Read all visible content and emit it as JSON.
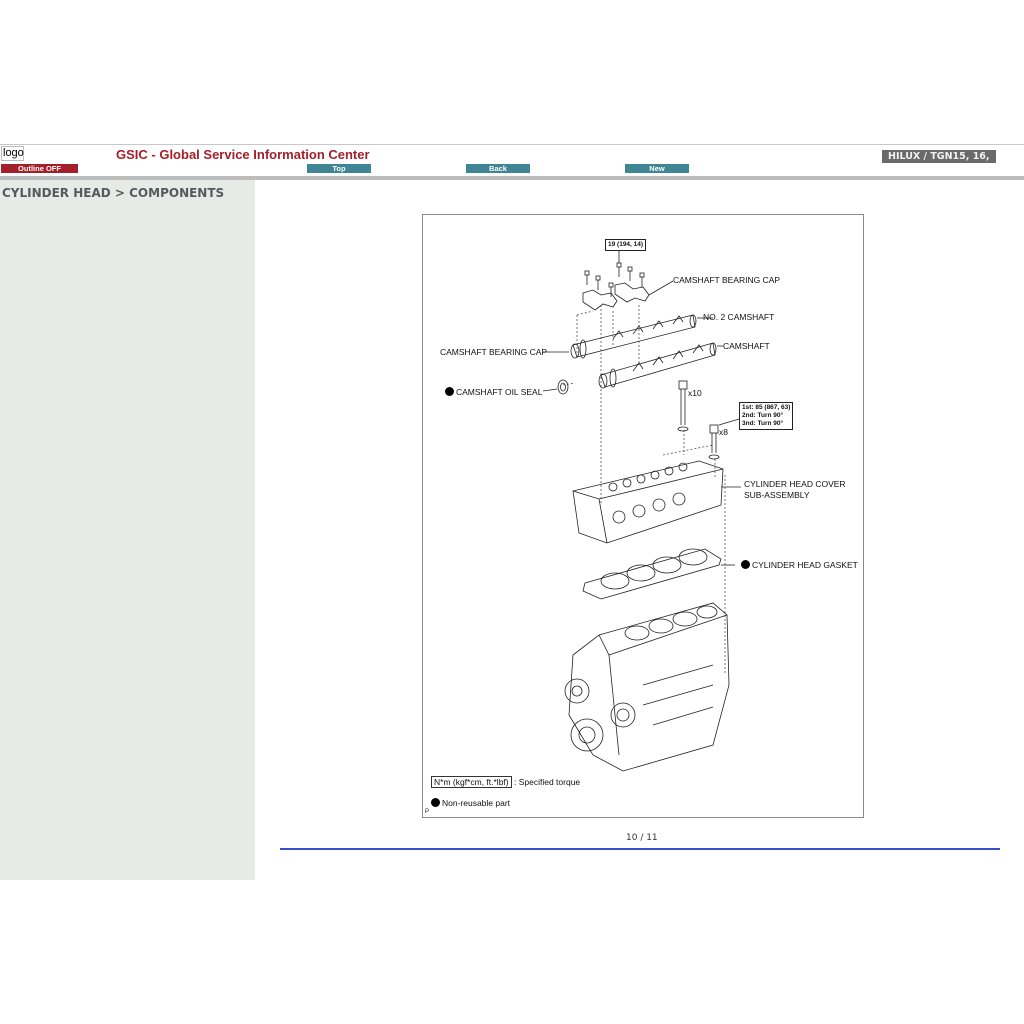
{
  "header": {
    "logo_alt": "logo",
    "site_title": "GSIC - Global Service Information Center",
    "buttons": {
      "outline": "Outline OFF",
      "top": "Top",
      "back": "Back",
      "new": "New"
    },
    "vehicle": "HILUX / TGN15, 16,",
    "colors": {
      "brand_red": "#a3202a",
      "nav_teal": "#3f8594",
      "vehicle_gray": "#6a6a6a"
    }
  },
  "sidebar": {
    "breadcrumb": "CYLINDER HEAD > COMPONENTS"
  },
  "figure": {
    "torque_top": "19 (194, 14)",
    "labels": {
      "camshaft_bearing_cap_right": "CAMSHAFT BEARING CAP",
      "no2_camshaft": "NO. 2 CAMSHAFT",
      "camshaft_bearing_cap_left": "CAMSHAFT BEARING CAP",
      "camshaft": "CAMSHAFT",
      "camshaft_oil_seal": "CAMSHAFT OIL SEAL",
      "x10": "x10",
      "x8": "x8",
      "cylinder_head_cover_line1": "CYLINDER HEAD COVER",
      "cylinder_head_cover_line2": "SUB-ASSEMBLY",
      "cylinder_head_gasket": "CYLINDER HEAD GASKET"
    },
    "torque_bolts": {
      "line1": "1st: 85 (867, 63)",
      "line2": "2nd: Turn 90°",
      "line3": "3nd: Turn 90°"
    },
    "legend": {
      "torque_unit": "N*m (kgf*cm, ft.*lbf)",
      "torque_desc": ": Specified torque",
      "non_reusable": "Non-reusable part"
    },
    "corner_mark": "P"
  },
  "pagination": {
    "text": "10 / 11",
    "current": 10,
    "total": 11
  }
}
